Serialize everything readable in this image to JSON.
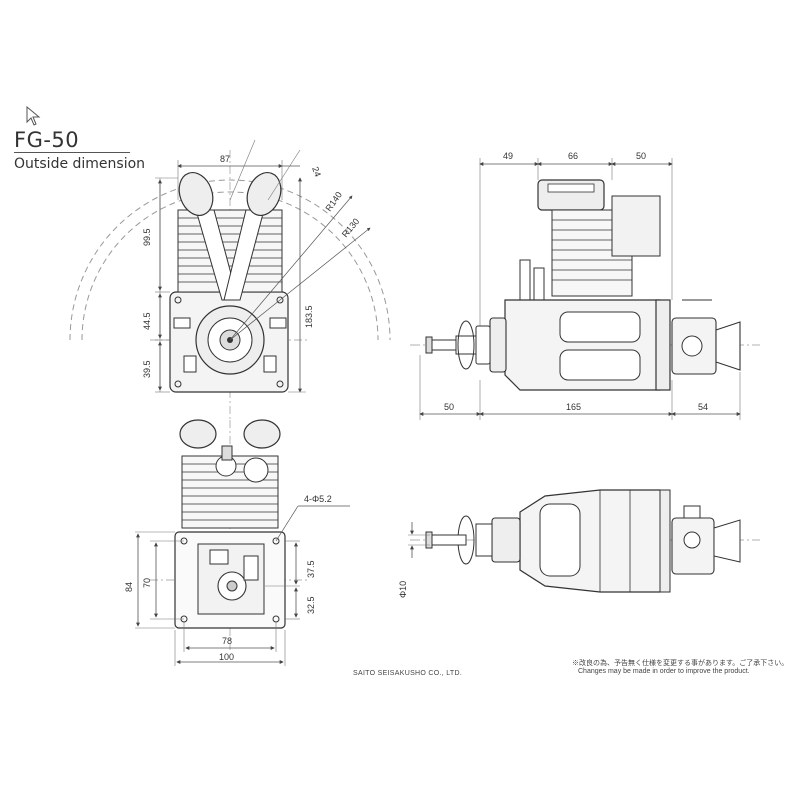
{
  "title": "FG-50",
  "subtitle": "Outside dimension",
  "manufacturer": "SAITO SEISAKUSHO CO., LTD.",
  "notice_jp": "※改良の為、予告無く仕様を変更する事があります。ご了承下さい。",
  "notice_en": "Changes may be made in order to improve the product.",
  "front_view": {
    "dims": {
      "width_top": "87",
      "head_offset": "24",
      "height_upper": "99.5",
      "height_mid": "44.5",
      "height_lower": "39.5",
      "height_total": "183.5",
      "radius_outer": "R140",
      "radius_inner": "R130"
    }
  },
  "side_view": {
    "dims": {
      "top_a": "49",
      "top_b": "66",
      "top_c": "50",
      "bottom_a": "50",
      "bottom_b": "165",
      "bottom_c": "54"
    }
  },
  "rear_view": {
    "dims": {
      "mount_holes": "4-Φ5.2",
      "height_outer": "84",
      "height_inner": "70",
      "height_upper_right": "37.5",
      "height_lower_right": "32.5",
      "width_inner": "78",
      "width_outer": "100"
    }
  },
  "top_view": {
    "dims": {
      "shaft_diameter": "Φ10"
    }
  },
  "colors": {
    "line": "#333333",
    "dim_line": "#555555",
    "center_line": "#999999"
  }
}
